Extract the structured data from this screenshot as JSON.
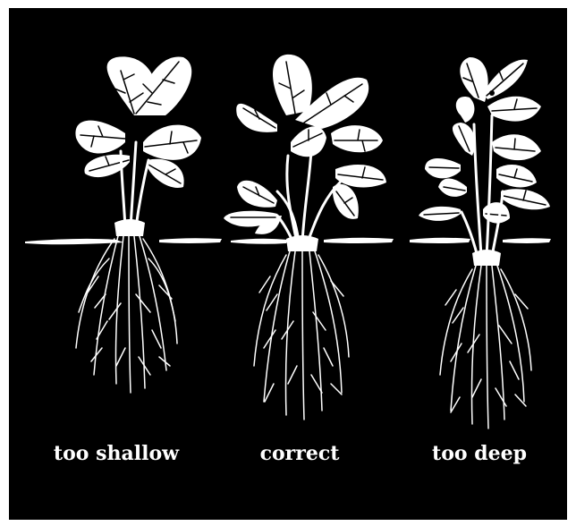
{
  "colors": {
    "background": "#000000",
    "drawing": "#ffffff",
    "frame": "#ffffff"
  },
  "diagram": {
    "plants": [
      {
        "id": "shallow",
        "label": "too shallow"
      },
      {
        "id": "correct",
        "label": "correct"
      },
      {
        "id": "deep",
        "label": "too deep"
      }
    ]
  }
}
